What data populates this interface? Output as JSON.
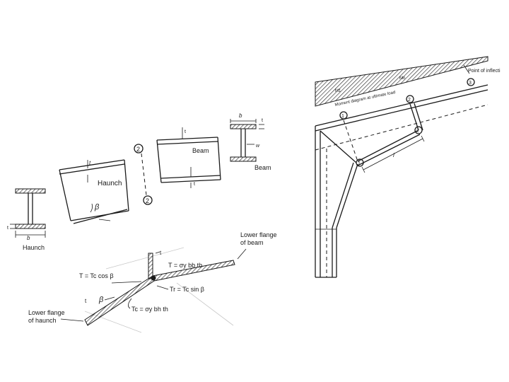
{
  "labels": {
    "haunch_section": "Haunch",
    "haunch_panel": "Haunch",
    "beam_panel": "Beam",
    "beam_section": "Beam",
    "section_mark_top": "2",
    "section_mark_bottom": "2",
    "lower_flange_beam": "Lower flange of beam",
    "lower_flange_haunch": "Lower flange of haunch",
    "beta": "β",
    "beta_joint": "β",
    "t_panel": "t",
    "t_b_top": "t",
    "t_b_bottom": "t",
    "b_b_beam": "b",
    "t_b_beam": "t",
    "w_b_beam": "w",
    "b_h": "b",
    "t_h_section": "t",
    "t_r_joint": "t",
    "t_h_joint": "t",
    "eq_T": "T = σy bb tb",
    "eq_Tcos": "T = Tc cos β",
    "eq_Tr": "Tr = Tc sin β",
    "eq_Tc": "Tc = σy bh th",
    "moment_caption": "Moment diagram at ultimate load",
    "point_inflection": "Point of inflecti",
    "m1": "M1",
    "m2": "Mn",
    "node_1a": "1",
    "node_1b": "1",
    "node_2a": "2",
    "node_2b": "2",
    "node_3": "3",
    "length_l": "l"
  },
  "colors": {
    "ink": "#1a1a1a",
    "paper": "#ffffff"
  }
}
